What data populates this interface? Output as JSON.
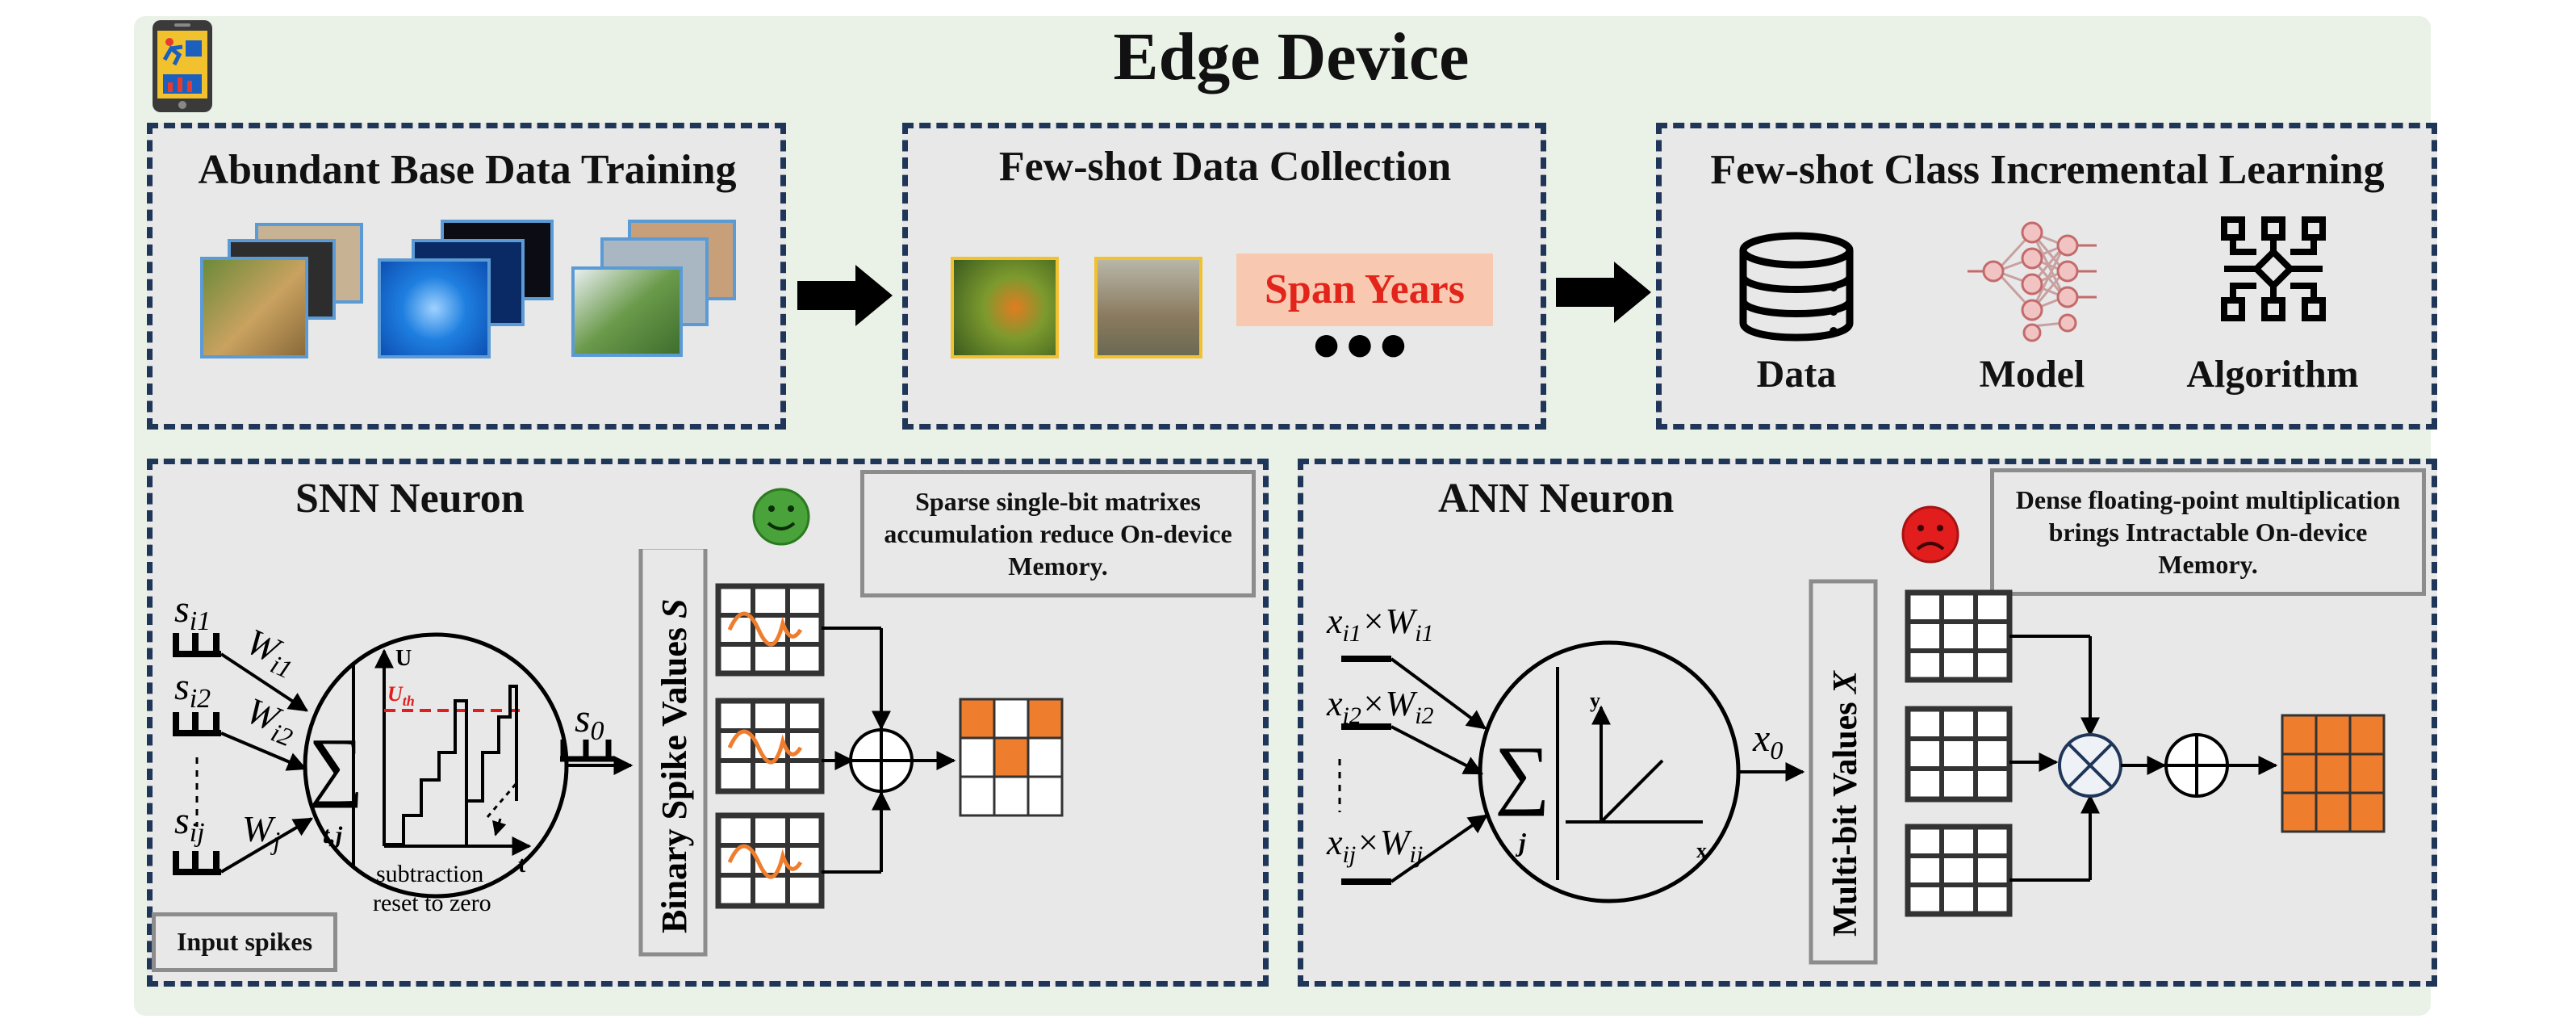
{
  "title": "Edge Device",
  "top_sections": {
    "base_training": {
      "label": "Abundant Base Data Training"
    },
    "few_shot_collection": {
      "label": "Few-shot Data Collection",
      "span_years": "Span Years",
      "ellipsis": "●●●"
    },
    "fscil": {
      "label": "Few-shot Class Incremental Learning",
      "items": [
        {
          "label": "Data",
          "icon": "database-icon"
        },
        {
          "label": "Model",
          "icon": "neural-network-icon"
        },
        {
          "label": "Algorithm",
          "icon": "algorithm-icon"
        }
      ]
    }
  },
  "snn": {
    "title": "SNN Neuron",
    "note": "Sparse single-bit matrixes accumulation reduce On-device Memory.",
    "input_label": "Input spikes",
    "values_label": "Binary Spike Values S",
    "inputs": [
      "s_i1",
      "s_i2",
      "s_ij"
    ],
    "weights": [
      "W_i1",
      "W_i2",
      "W_j"
    ],
    "sum_subscript": "t,j",
    "axis_u": "U",
    "threshold": "U_th",
    "axis_t": "t",
    "reset_text": [
      "subtraction",
      "reset to zero"
    ],
    "output": "s_0",
    "mood": "happy",
    "output_grid": [
      [
        1,
        0,
        1
      ],
      [
        0,
        1,
        0
      ],
      [
        0,
        0,
        0
      ]
    ]
  },
  "ann": {
    "title": "ANN Neuron",
    "note": "Dense floating-point multiplication brings Intractable On-device Memory.",
    "values_label": "Multi-bit Values X",
    "inputs": [
      "x_i1 × W_i1",
      "x_i2 × W_i2",
      "x_ij × W_ij"
    ],
    "sum_subscript": "j",
    "axis_x": "x",
    "axis_y": "y",
    "output": "x_0",
    "mood": "sad",
    "output_grid": [
      [
        1,
        1,
        1
      ],
      [
        1,
        1,
        1
      ],
      [
        1,
        1,
        1
      ]
    ]
  },
  "colors": {
    "background": "#eaf2e7",
    "panel": "#e8e8e8",
    "dashed_border": "#1f3658",
    "accent_orange": "#ee7d2e",
    "span_years_bg": "#f8c9b0",
    "span_years_text": "#e3241b",
    "happy_face": "#4aa23a",
    "sad_face": "#e11d1d",
    "threshold_red": "#e11d1d"
  }
}
